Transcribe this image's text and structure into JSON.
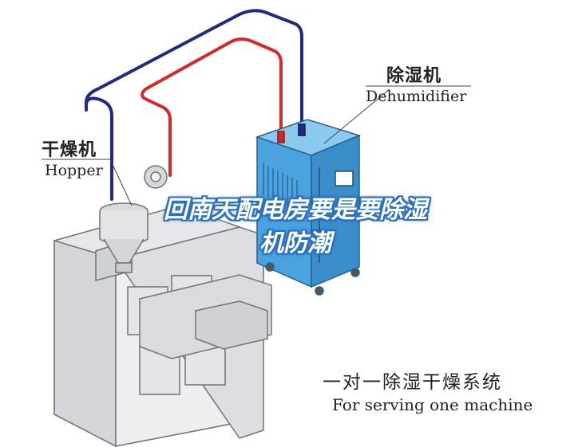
{
  "labels": {
    "hopper_cn": "干燥机",
    "hopper_en": "Hopper",
    "dehumidifier_cn": "除湿机",
    "dehumidifier_en": "Dehumidifier",
    "system_cn": "一对一除湿干燥系统",
    "system_en": "For serving one machine"
  },
  "overlay": {
    "title_line1": "回南天配电房要是要除湿",
    "title_line2": "机防潮"
  },
  "colors": {
    "supply_pipe": "#d62828",
    "return_pipe": "#1f2a80",
    "machine_gray": "#dfe1e3",
    "dehumidifier_blue": "#4aa3df",
    "title_outline": "#2b6fc0"
  }
}
